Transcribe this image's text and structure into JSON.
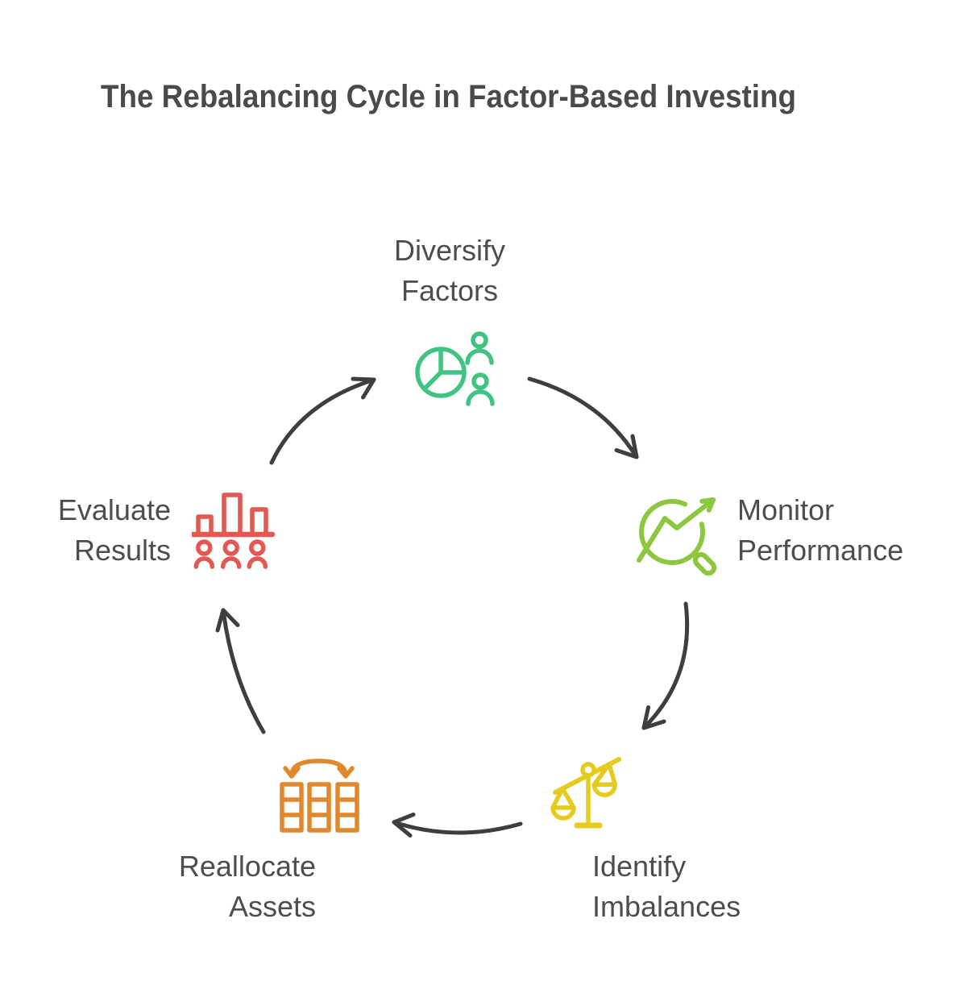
{
  "title": "The Rebalancing Cycle in Factor-Based Investing",
  "colors": {
    "background": "#ffffff",
    "title_text": "#4a4a4a",
    "label_text": "#4d4d4d",
    "arrow": "#3e3e3e"
  },
  "stages": [
    {
      "name": "Diversify Factors",
      "line1": "Diversify",
      "line2": "Factors",
      "icon": "pie-chart-people-icon",
      "color": "#41c381",
      "position": "top"
    },
    {
      "name": "Monitor Performance",
      "line1": "Monitor",
      "line2": "Performance",
      "icon": "magnifier-trend-arrow-icon",
      "color": "#8dc63f",
      "position": "right"
    },
    {
      "name": "Identify Imbalances",
      "line1": "Identify",
      "line2": "Imbalances",
      "icon": "balance-scale-icon",
      "color": "#e4cb1e",
      "position": "bottom-right"
    },
    {
      "name": "Reallocate Assets",
      "line1": "Reallocate",
      "line2": "Assets",
      "icon": "columns-swap-arrow-icon",
      "color": "#e0882d",
      "position": "bottom-left"
    },
    {
      "name": "Evaluate Results",
      "line1": "Evaluate",
      "line2": "Results",
      "icon": "bar-chart-people-icon",
      "color": "#e25852",
      "position": "left"
    }
  ],
  "flow": [
    "Diversify Factors → Monitor Performance",
    "Monitor Performance → Identify Imbalances",
    "Identify Imbalances → Reallocate Assets",
    "Reallocate Assets → Evaluate Results",
    "Evaluate Results → Diversify Factors"
  ]
}
